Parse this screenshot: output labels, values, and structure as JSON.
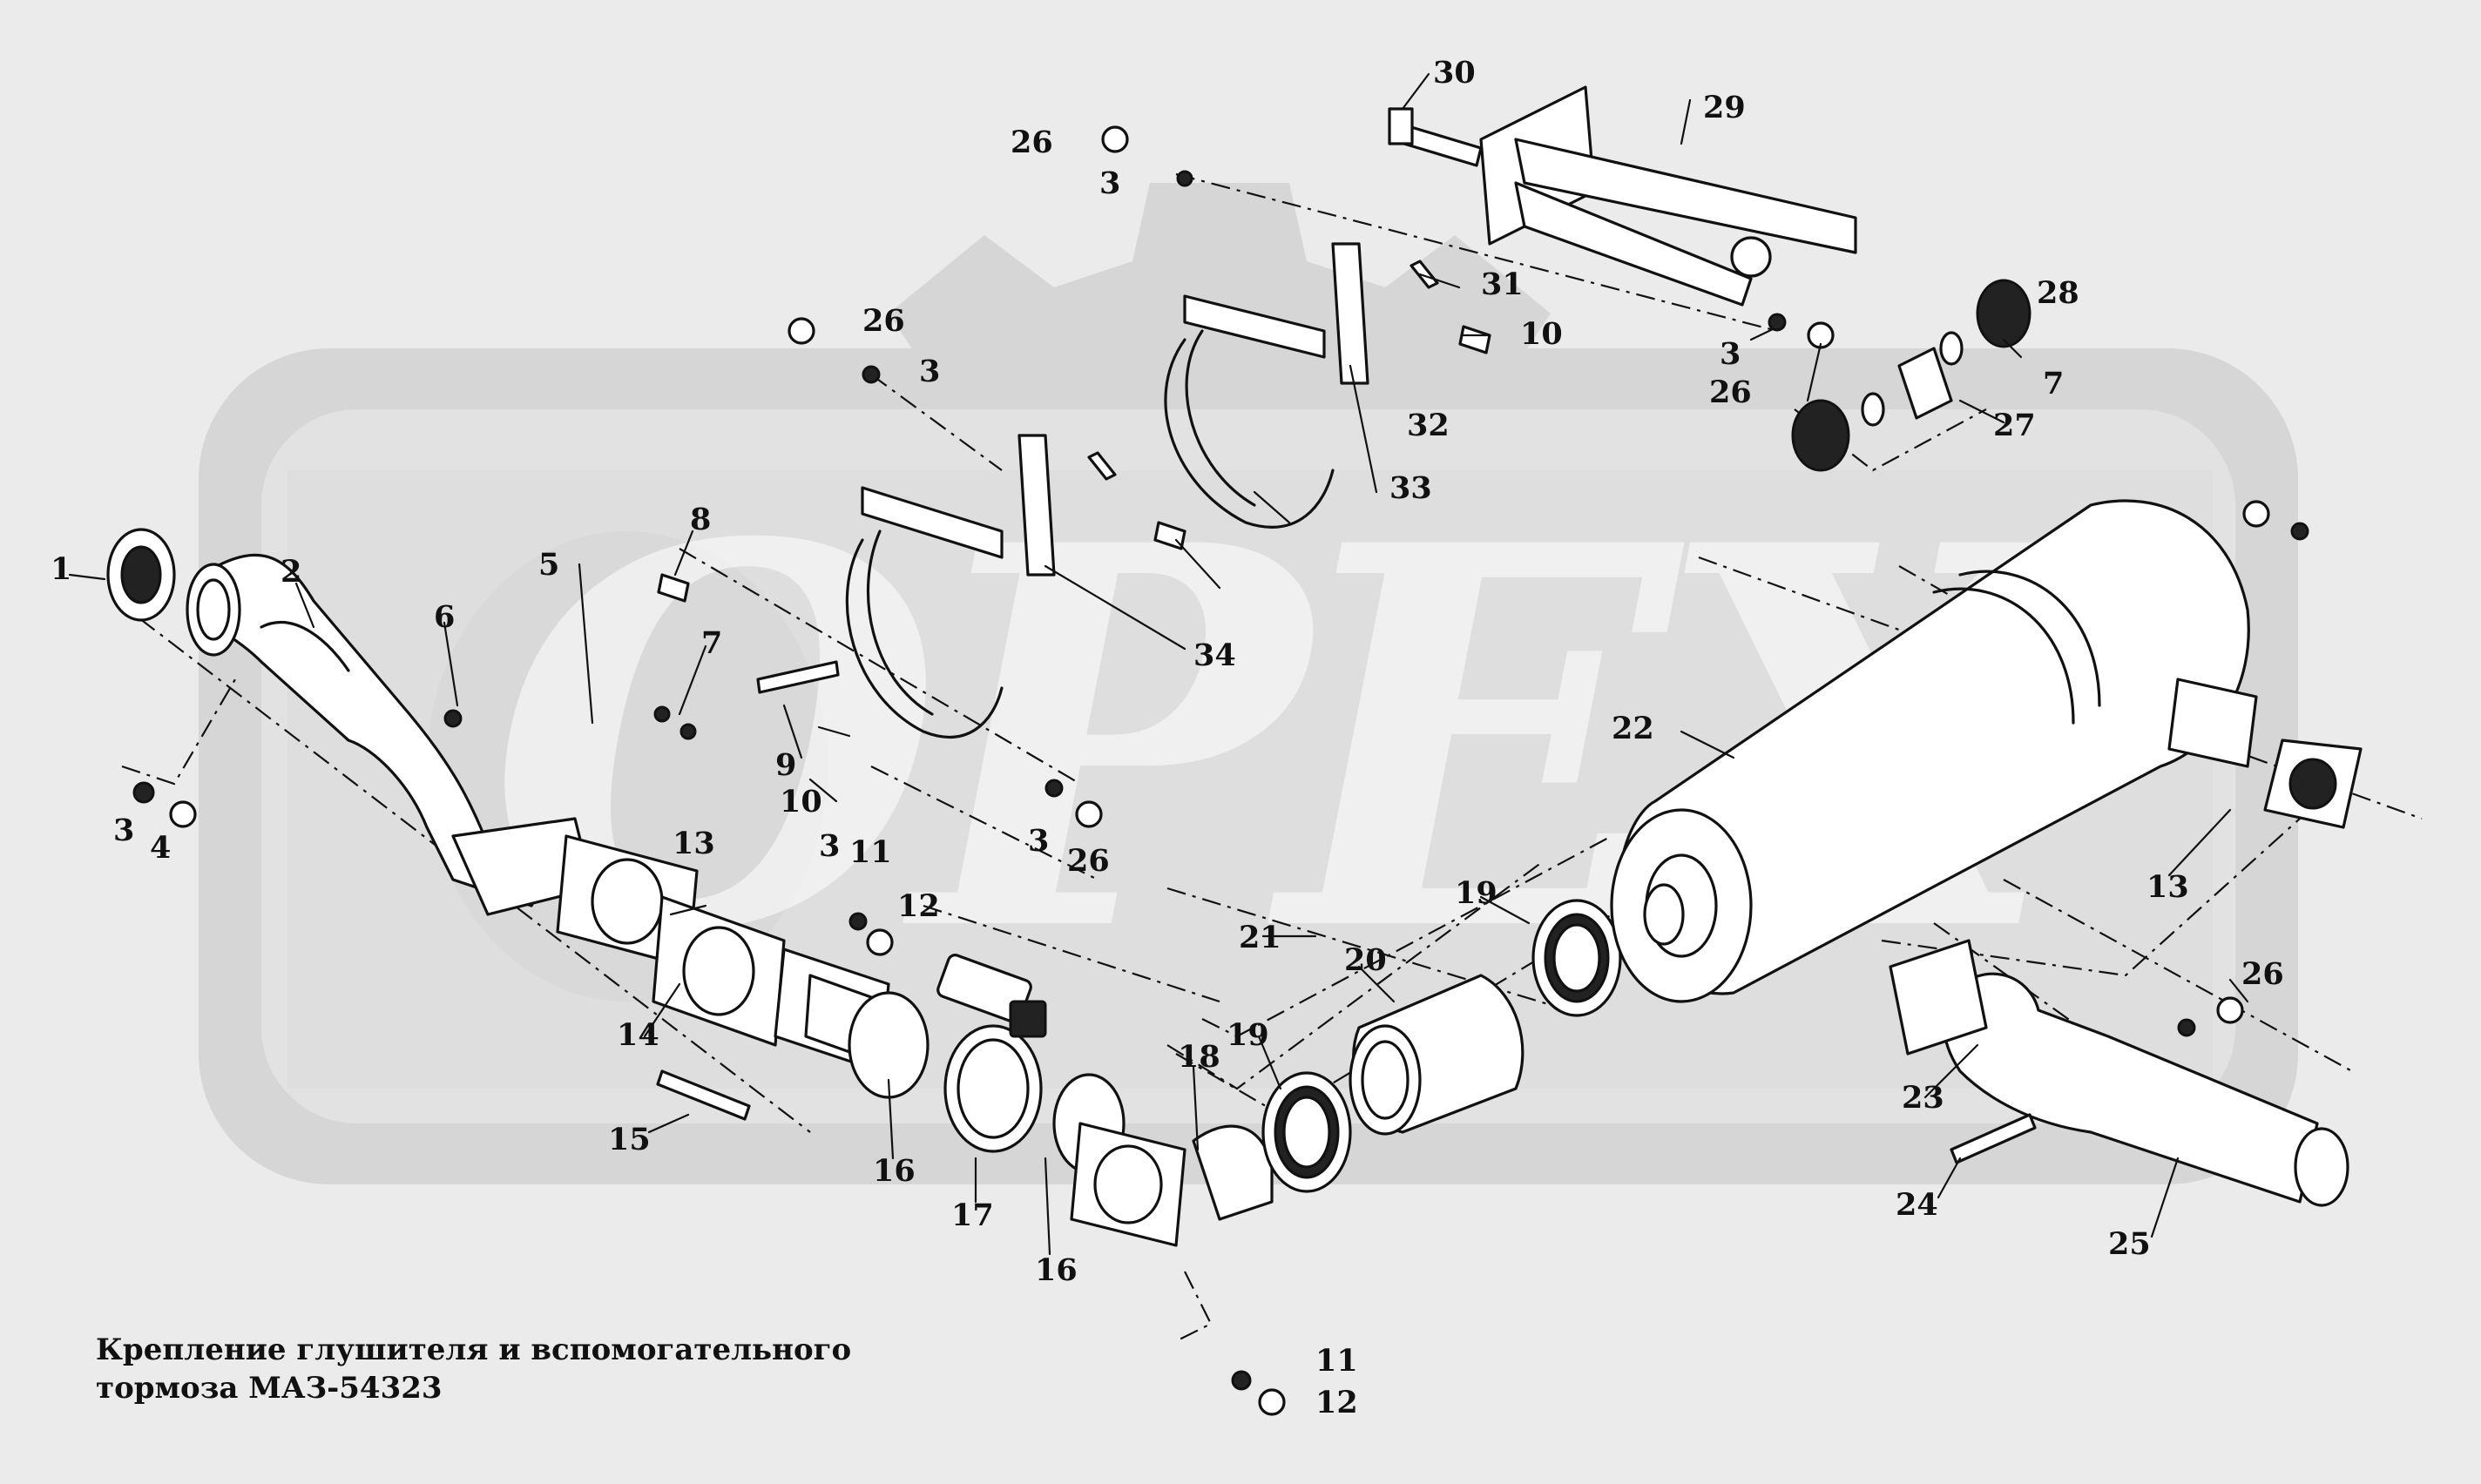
{
  "caption": {
    "line1": "Крепление глушителя и вспомогательного",
    "line2": "тормоза  МАЗ-54323"
  },
  "watermark": {
    "letters": "OPEX"
  },
  "callouts": [
    "1",
    "2",
    "3",
    "4",
    "5",
    "6",
    "7",
    "8",
    "9",
    "10",
    "11",
    "12",
    "13",
    "14",
    "15",
    "16",
    "17",
    "18",
    "19",
    "20",
    "21",
    "22",
    "23",
    "24",
    "25",
    "26",
    "27",
    "28",
    "29",
    "30",
    "31",
    "32",
    "33",
    "34"
  ],
  "colors": {
    "background": "#ebebeb",
    "line": "#111111",
    "watermark": "#d6d6d6"
  }
}
